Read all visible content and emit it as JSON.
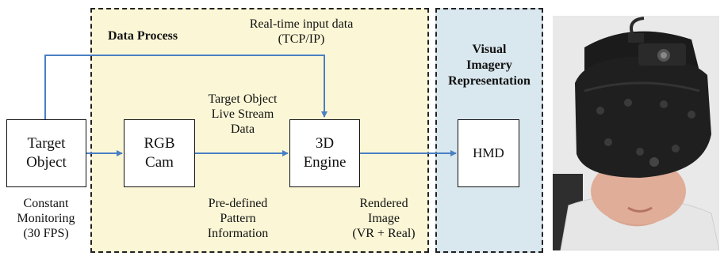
{
  "panels": {
    "data_process": "Data Process",
    "visual": "Visual\nImagery\nRepresentation"
  },
  "boxes": {
    "target": "Target\nObject",
    "rgb": "RGB\nCam",
    "engine": "3D\nEngine",
    "hmd": "HMD"
  },
  "labels": {
    "realtime": "Real-time input data\n(TCP/IP)",
    "stream": "Target Object\nLive Stream\nData",
    "monitoring": "Constant\nMonitoring\n(30 FPS)",
    "pattern": "Pre-defined\nPattern\nInformation",
    "rendered": "Rendered\nImage\n(VR + Real)"
  },
  "colors": {
    "arrow": "#4a7fc4",
    "yellow_panel": "#fbf7d6",
    "blue_panel": "#d9e7ee"
  }
}
